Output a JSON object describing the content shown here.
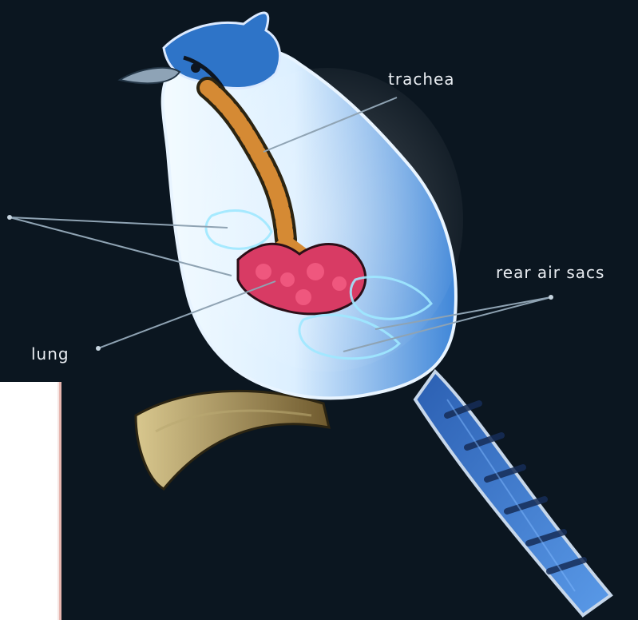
{
  "diagram": {
    "labels": {
      "trachea": "trachea",
      "rear_air_sacs": "rear air sacs",
      "lung": "lung"
    },
    "footer_text": "",
    "colors": {
      "background": "#0b1620",
      "label_text": "#e9edf2",
      "leader_line": "#8fa3b3",
      "bird_blue": "#3f86d8",
      "body_light": "#e9f5fb",
      "lung_red": "#d83b64",
      "trachea_orange": "#d58a34",
      "branch_brown": "#7a6540"
    },
    "illustration": "blue-jay-respiratory-system"
  }
}
